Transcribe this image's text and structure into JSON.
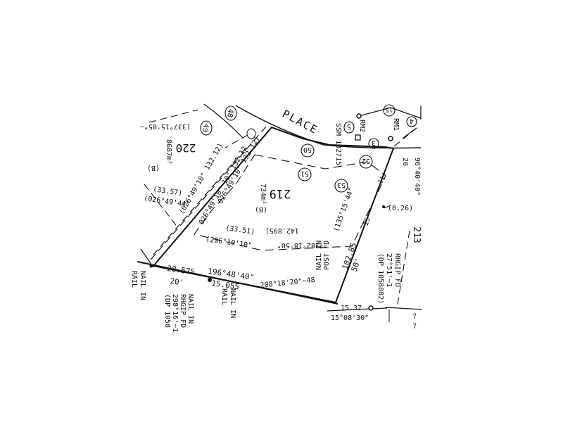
{
  "plan": {
    "street_name": "PLACE",
    "lots": {
      "lot_220": {
        "number": "220",
        "area": "8687m²",
        "ref": "(B)"
      },
      "lot_219": {
        "number": "219",
        "area": "734m²",
        "ref": "(B)"
      },
      "lot_213": {
        "number": "213"
      }
    },
    "bearings": {
      "bottom_left_distance": "28.575",
      "bottom_left_chain": "20'",
      "bottom_bearing": "196°48'40\"",
      "bottom_distance": "15.055",
      "bottom_right_bearing": "208°18'20\"~48",
      "right_mark_distance": "15.37",
      "left_paren_distance": "(33.57)",
      "left_paren_bearing": "(026°49'44\"",
      "left_rot_1": "(026°49'10\" 132.12)",
      "left_rot_2": "026°49'10\" 10\" 132.12",
      "left_rot_3": "026°49'10\" 132.12)",
      "inner_distance": "(33.51)",
      "inner_bearing": "(206°10'10\"",
      "inner_right_bearing": "(182°18'50\"",
      "inner_right_distance": "142.895)",
      "right_long_bearing": "(135°15'44\"",
      "right_long_distance": "102.85",
      "right_chain": "50'",
      "right_small": "15'",
      "paren_026": "(0.26)",
      "rot_tick": "11'",
      "right_vertical": "96°40'40\"",
      "right_dist_20": "20"
    },
    "circled_labels": [
      "48",
      "49",
      "50",
      "51",
      "52",
      "53",
      "5",
      "3",
      "15",
      "4"
    ],
    "texts": {
      "ssm_code": "SSM 132715",
      "rm2": "RM2",
      "rm1": "RM1",
      "nail_in_rail_1": "NAIL IN",
      "nail_in_rail_1b": "RAIL",
      "nail_in_rhgip": "NAIL IN",
      "rhgip_line": "RHGIP FD",
      "rhgip_angle": "298°16'~1",
      "dp_1058": "(DP 1058",
      "nail_in_rail_2": "NAIL IN",
      "nail_in_rail_2b": "RAIL",
      "nail_in_post": "NAIL IN",
      "post_fd": "POST FD",
      "rhgip_fd_right": "RHGIP FD",
      "rhgip_right_angle": "27°51'~1",
      "dp_1058882": "(DP 1058882)",
      "top_left_bearing": "(337°15'05\"~",
      "right_edge_7a": "7",
      "right_edge_7b": "7",
      "bottom_cut": "15°08'30\""
    }
  }
}
